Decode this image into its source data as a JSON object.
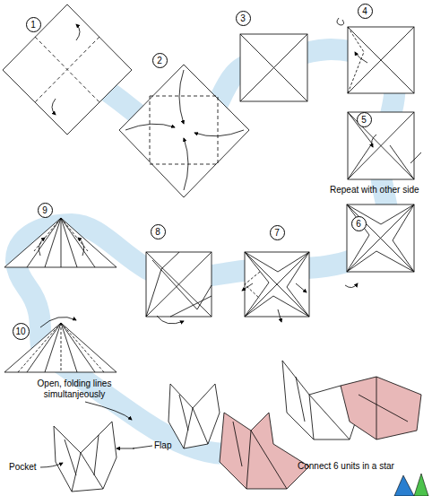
{
  "diagram": {
    "nodes": [
      {
        "text": [
          "1"
        ]
      },
      {
        "text": [
          "2"
        ]
      },
      {
        "text": [
          "3"
        ]
      },
      {
        "text": [
          "4"
        ]
      },
      {
        "text": [
          "5"
        ]
      },
      {
        "text": [
          "6"
        ]
      },
      {
        "text": [
          "7"
        ]
      },
      {
        "text": [
          "8"
        ]
      },
      {
        "text": [
          "9"
        ]
      },
      {
        "text": [
          "10"
        ]
      }
    ],
    "labels": [
      "Repeat with other side",
      "Open, folding lines simultanjeously",
      "Flap",
      "Pocket",
      "Connect 6 units in a star"
    ]
  }
}
